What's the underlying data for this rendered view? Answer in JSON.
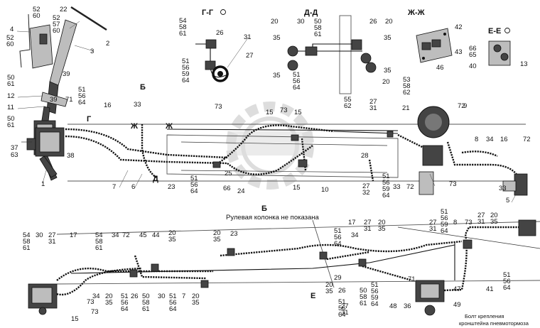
{
  "section_titles": [
    "Г-Г",
    "Д-Д",
    "Ж-Ж",
    "Е-Е"
  ],
  "view_markers": [
    "Б",
    "Б",
    "Г",
    "Ж",
    "Ж",
    "Д",
    "Е"
  ],
  "captions": {
    "view_b_note": "Рулевая колонка не показана",
    "bracket_bolt_line1": "Болт крепления",
    "bracket_bolt_line2": "кронштейна пневмотормоза"
  },
  "callouts": [
    {
      "id": "c1",
      "t": "4"
    },
    {
      "id": "c2",
      "t": "52"
    },
    {
      "id": "c3",
      "t": "60"
    },
    {
      "id": "c4",
      "t": "22"
    },
    {
      "id": "c5",
      "t": "52"
    },
    {
      "id": "c6",
      "t": "57"
    },
    {
      "id": "c7",
      "t": "60"
    },
    {
      "id": "c8",
      "t": "2"
    },
    {
      "id": "c9",
      "t": "52"
    },
    {
      "id": "c10",
      "t": "60"
    },
    {
      "id": "c11",
      "t": "3"
    },
    {
      "id": "c12",
      "t": "50"
    },
    {
      "id": "c13",
      "t": "61"
    },
    {
      "id": "c14",
      "t": "39"
    },
    {
      "id": "c15",
      "t": "12"
    },
    {
      "id": "c16",
      "t": "11"
    },
    {
      "id": "c17",
      "t": "39"
    },
    {
      "id": "c18",
      "t": "71"
    },
    {
      "id": "c19",
      "t": "51"
    },
    {
      "id": "c20",
      "t": "56"
    },
    {
      "id": "c21",
      "t": "64"
    },
    {
      "id": "c22",
      "t": "50"
    },
    {
      "id": "c23",
      "t": "61"
    },
    {
      "id": "c24",
      "t": "37"
    },
    {
      "id": "c25",
      "t": "63"
    },
    {
      "id": "c26",
      "t": "38"
    },
    {
      "id": "c27",
      "t": "1"
    },
    {
      "id": "c28",
      "t": "54"
    },
    {
      "id": "c29",
      "t": "58"
    },
    {
      "id": "c30",
      "t": "61"
    },
    {
      "id": "c31",
      "t": "26"
    },
    {
      "id": "c32",
      "t": "31"
    },
    {
      "id": "c33",
      "t": "27"
    },
    {
      "id": "c34",
      "t": "51"
    },
    {
      "id": "c35",
      "t": "56"
    },
    {
      "id": "c36",
      "t": "59"
    },
    {
      "id": "c37",
      "t": "64"
    },
    {
      "id": "c38",
      "t": "20"
    },
    {
      "id": "c39",
      "t": "30"
    },
    {
      "id": "c40",
      "t": "50"
    },
    {
      "id": "c41",
      "t": "58"
    },
    {
      "id": "c42",
      "t": "61"
    },
    {
      "id": "c43",
      "t": "26"
    },
    {
      "id": "c44",
      "t": "20"
    },
    {
      "id": "c45",
      "t": "35"
    },
    {
      "id": "c46",
      "t": "35"
    },
    {
      "id": "c47",
      "t": "35"
    },
    {
      "id": "c48",
      "t": "51"
    },
    {
      "id": "c49",
      "t": "56"
    },
    {
      "id": "c50",
      "t": "64"
    },
    {
      "id": "c51",
      "t": "35"
    },
    {
      "id": "c52",
      "t": "20"
    },
    {
      "id": "c53",
      "t": "42"
    },
    {
      "id": "c54",
      "t": "43"
    },
    {
      "id": "c55",
      "t": "46"
    },
    {
      "id": "c56",
      "t": "66"
    },
    {
      "id": "c57",
      "t": "65"
    },
    {
      "id": "c58",
      "t": "40"
    },
    {
      "id": "c59",
      "t": "13"
    },
    {
      "id": "c60",
      "t": "33"
    },
    {
      "id": "c61",
      "t": "16"
    },
    {
      "id": "c62",
      "t": "73"
    },
    {
      "id": "c63",
      "t": "15"
    },
    {
      "id": "c64",
      "t": "73"
    },
    {
      "id": "c65",
      "t": "15"
    },
    {
      "id": "c66",
      "t": "55"
    },
    {
      "id": "c67",
      "t": "62"
    },
    {
      "id": "c68",
      "t": "27"
    },
    {
      "id": "c69",
      "t": "31"
    },
    {
      "id": "c70",
      "t": "53"
    },
    {
      "id": "c71",
      "t": "58"
    },
    {
      "id": "c72",
      "t": "62"
    },
    {
      "id": "c73",
      "t": "21"
    },
    {
      "id": "c74",
      "t": "9"
    },
    {
      "id": "c75",
      "t": "72"
    },
    {
      "id": "c76",
      "t": "7"
    },
    {
      "id": "c77",
      "t": "6"
    },
    {
      "id": "c78",
      "t": "23"
    },
    {
      "id": "c79",
      "t": "51"
    },
    {
      "id": "c80",
      "t": "56"
    },
    {
      "id": "c81",
      "t": "64"
    },
    {
      "id": "c82",
      "t": "25"
    },
    {
      "id": "c83",
      "t": "66"
    },
    {
      "id": "c84",
      "t": "24"
    },
    {
      "id": "c85",
      "t": "15"
    },
    {
      "id": "c86",
      "t": "10"
    },
    {
      "id": "c87",
      "t": "28"
    },
    {
      "id": "c88",
      "t": "27"
    },
    {
      "id": "c89",
      "t": "32"
    },
    {
      "id": "c90",
      "t": "51"
    },
    {
      "id": "c91",
      "t": "56"
    },
    {
      "id": "c92",
      "t": "59"
    },
    {
      "id": "c93",
      "t": "64"
    },
    {
      "id": "c94",
      "t": "33"
    },
    {
      "id": "c95",
      "t": "72"
    },
    {
      "id": "c96",
      "t": "73"
    },
    {
      "id": "c97",
      "t": "8"
    },
    {
      "id": "c98",
      "t": "34"
    },
    {
      "id": "c99",
      "t": "16"
    },
    {
      "id": "c100",
      "t": "72"
    },
    {
      "id": "c101",
      "t": "33"
    },
    {
      "id": "c102",
      "t": "5"
    },
    {
      "id": "c103",
      "t": "54"
    },
    {
      "id": "c104",
      "t": "58"
    },
    {
      "id": "c105",
      "t": "61"
    },
    {
      "id": "c106",
      "t": "30"
    },
    {
      "id": "c107",
      "t": "27"
    },
    {
      "id": "c108",
      "t": "31"
    },
    {
      "id": "c109",
      "t": "17"
    },
    {
      "id": "c110",
      "t": "54"
    },
    {
      "id": "c111",
      "t": "58"
    },
    {
      "id": "c112",
      "t": "61"
    },
    {
      "id": "c113",
      "t": "34"
    },
    {
      "id": "c114",
      "t": "72"
    },
    {
      "id": "c115",
      "t": "45"
    },
    {
      "id": "c116",
      "t": "44"
    },
    {
      "id": "c117",
      "t": "20"
    },
    {
      "id": "c118",
      "t": "35"
    },
    {
      "id": "c119",
      "t": "20"
    },
    {
      "id": "c120",
      "t": "35"
    },
    {
      "id": "c121",
      "t": "23"
    },
    {
      "id": "c122",
      "t": "17"
    },
    {
      "id": "c123",
      "t": "51"
    },
    {
      "id": "c124",
      "t": "56"
    },
    {
      "id": "c125",
      "t": "64"
    },
    {
      "id": "c126",
      "t": "34"
    },
    {
      "id": "c127",
      "t": "27"
    },
    {
      "id": "c128",
      "t": "31"
    },
    {
      "id": "c129",
      "t": "20"
    },
    {
      "id": "c130",
      "t": "35"
    },
    {
      "id": "c131",
      "t": "27"
    },
    {
      "id": "c132",
      "t": "31"
    },
    {
      "id": "c133",
      "t": "51"
    },
    {
      "id": "c134",
      "t": "56"
    },
    {
      "id": "c135",
      "t": "59"
    },
    {
      "id": "c136",
      "t": "64"
    },
    {
      "id": "c137",
      "t": "8"
    },
    {
      "id": "c138",
      "t": "73"
    },
    {
      "id": "c139",
      "t": "27"
    },
    {
      "id": "c140",
      "t": "31"
    },
    {
      "id": "c141",
      "t": "20"
    },
    {
      "id": "c142",
      "t": "35"
    },
    {
      "id": "c143",
      "t": "15"
    },
    {
      "id": "c144",
      "t": "73"
    },
    {
      "id": "c145",
      "t": "73"
    },
    {
      "id": "c146",
      "t": "34"
    },
    {
      "id": "c147",
      "t": "20"
    },
    {
      "id": "c148",
      "t": "35"
    },
    {
      "id": "c149",
      "t": "51"
    },
    {
      "id": "c150",
      "t": "56"
    },
    {
      "id": "c151",
      "t": "64"
    },
    {
      "id": "c152",
      "t": "26"
    },
    {
      "id": "c153",
      "t": "50"
    },
    {
      "id": "c154",
      "t": "58"
    },
    {
      "id": "c155",
      "t": "61"
    },
    {
      "id": "c156",
      "t": "30"
    },
    {
      "id": "c157",
      "t": "7"
    },
    {
      "id": "c158",
      "t": "51"
    },
    {
      "id": "c159",
      "t": "56"
    },
    {
      "id": "c160",
      "t": "64"
    },
    {
      "id": "c161",
      "t": "20"
    },
    {
      "id": "c162",
      "t": "35"
    },
    {
      "id": "c163",
      "t": "29"
    },
    {
      "id": "c164",
      "t": "26"
    },
    {
      "id": "c165",
      "t": "20"
    },
    {
      "id": "c166",
      "t": "35"
    },
    {
      "id": "c167",
      "t": "51"
    },
    {
      "id": "c168",
      "t": "56"
    },
    {
      "id": "c169",
      "t": "64"
    },
    {
      "id": "c170",
      "t": "50"
    },
    {
      "id": "c171",
      "t": "58"
    },
    {
      "id": "c172",
      "t": "61"
    },
    {
      "id": "c173",
      "t": "51"
    },
    {
      "id": "c174",
      "t": "56"
    },
    {
      "id": "c175",
      "t": "59"
    },
    {
      "id": "c176",
      "t": "64"
    },
    {
      "id": "c177",
      "t": "27"
    },
    {
      "id": "c178",
      "t": "31"
    },
    {
      "id": "c179",
      "t": "48"
    },
    {
      "id": "c180",
      "t": "36"
    },
    {
      "id": "c181",
      "t": "71"
    },
    {
      "id": "c182",
      "t": "49"
    },
    {
      "id": "c183",
      "t": "47"
    },
    {
      "id": "c184",
      "t": "41"
    },
    {
      "id": "c185",
      "t": "51"
    },
    {
      "id": "c186",
      "t": "56"
    },
    {
      "id": "c187",
      "t": "64"
    }
  ]
}
